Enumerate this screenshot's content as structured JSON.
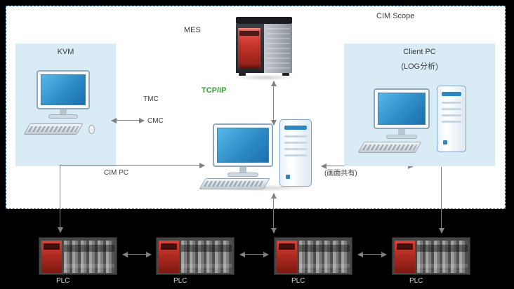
{
  "scope": {
    "label": "CIM Scope"
  },
  "kvm": {
    "label": "KVM"
  },
  "mes": {
    "label": "MES"
  },
  "network": {
    "tcpip": "TCP/IP",
    "tmc": "TMC",
    "cmc": "CMC",
    "share": "(画面共有)"
  },
  "cim_pc": {
    "label": "CIM PC"
  },
  "client": {
    "label": "Client PC",
    "sublabel": "(LOG分析)"
  },
  "plc": {
    "units": [
      {
        "label": "PLC"
      },
      {
        "label": "PLC"
      },
      {
        "label": "PLC"
      },
      {
        "label": "PLC"
      }
    ]
  },
  "colors": {
    "background": "#000000",
    "scope_border": "#2e75b6",
    "panel_fill": "#d9ecf6",
    "tcpip_green": "#2da02d",
    "arrow_gray": "#808080",
    "screen_blue": "#2d8cc6",
    "server_red": "#c3342a"
  }
}
